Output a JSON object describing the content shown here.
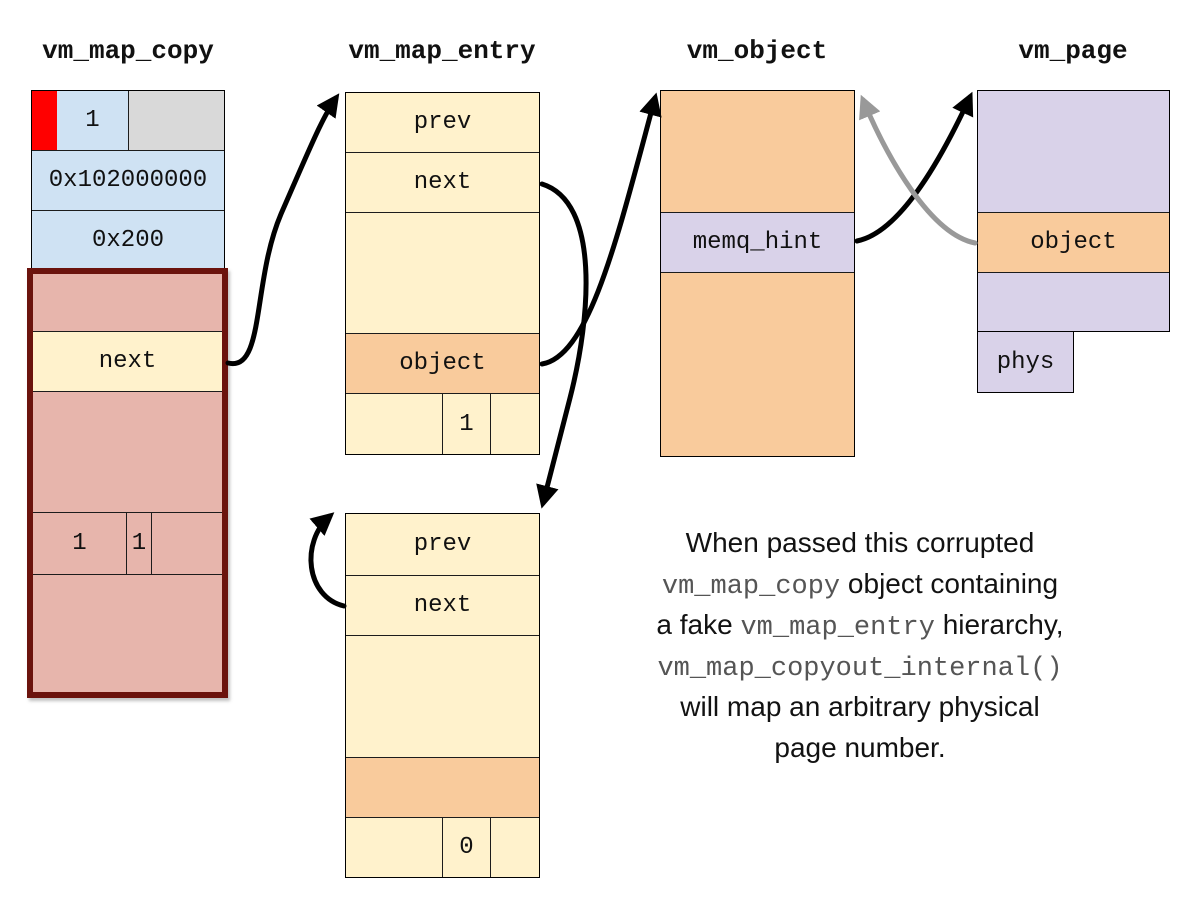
{
  "boxes": {
    "vm_map_copy": {
      "title": "vm_map_copy",
      "type_value": "1",
      "offset_value": "0x102000000",
      "size_value": "0x200",
      "fake_entry": {
        "next_label": "next",
        "field1_value": "1",
        "field2_value": "1"
      }
    },
    "vm_map_entry_top": {
      "title": "vm_map_entry",
      "prev_label": "prev",
      "next_label": "next",
      "object_label": "object",
      "wired_value": "1"
    },
    "vm_map_entry_bottom": {
      "prev_label": "prev",
      "next_label": "next",
      "wired_value": "0"
    },
    "vm_object": {
      "title": "vm_object",
      "memq_hint_label": "memq_hint"
    },
    "vm_page": {
      "title": "vm_page",
      "object_label": "object",
      "phys_label": "phys"
    }
  },
  "caption": {
    "lines": [
      {
        "pre": "When passed this corrupted"
      },
      {
        "mono": "vm_map_copy",
        "post": " object containing"
      },
      {
        "pre": "a fake ",
        "mono": "vm_map_entry",
        "post": " hierarchy,"
      },
      {
        "mono": "vm_map_copyout_internal()"
      },
      {
        "pre": "will map an arbitrary physical"
      },
      {
        "pre": "page number."
      }
    ]
  },
  "colors": {
    "cream": "#fff2cc",
    "orange": "#f9cb9c",
    "purple": "#d9d2e9",
    "blue": "#cfe2f3",
    "gray": "#d9d9d9",
    "pink": "#e7b5ac",
    "red": "#ff0000",
    "dark_red_border": "#6b130d",
    "arrow_black": "#000000",
    "arrow_gray": "#999999"
  }
}
